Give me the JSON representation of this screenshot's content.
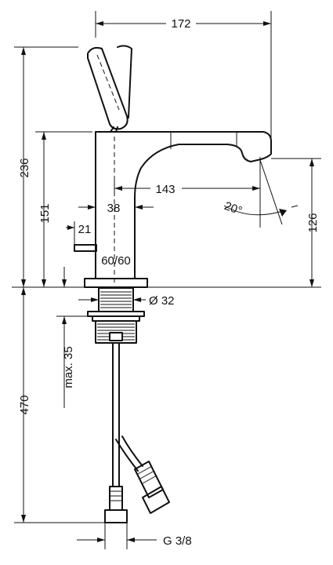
{
  "dimensions": {
    "overall_depth": "172",
    "overall_height": "236",
    "spout_height": "151",
    "spout_reach": "143",
    "body_offset": "38",
    "outlet_width": "21",
    "base_size": "60/60",
    "shank_diameter": "Ø 32",
    "outlet_height": "126",
    "tilt_angle": "20°",
    "max_deck_thickness": "max. 35",
    "hose_length": "470",
    "connection_thread": "G 3/8"
  }
}
